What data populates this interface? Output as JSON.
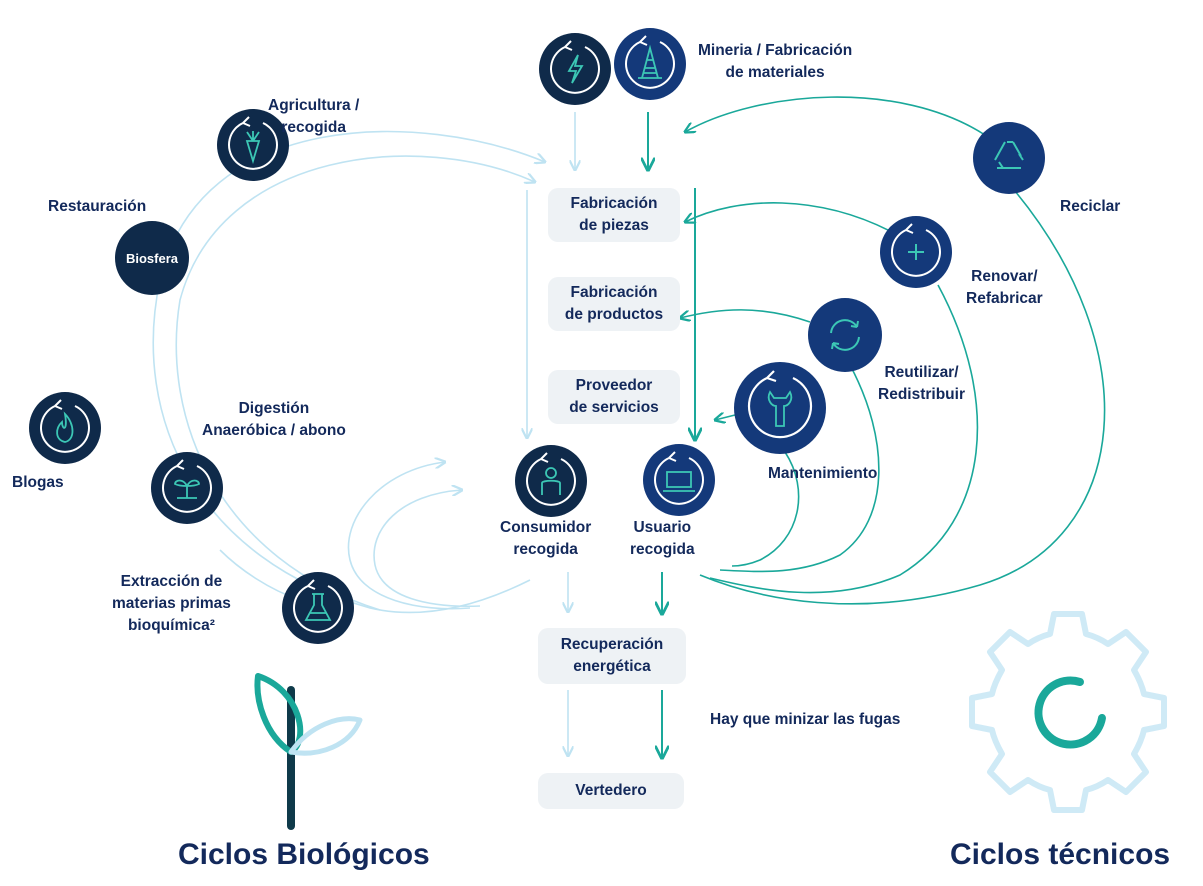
{
  "biological": {
    "title": "Ciclos Biológicos",
    "hub": "Biosfera",
    "labels": {
      "agricultura": "Agricultura /\nrecogida",
      "restauracion": "Restauración",
      "digestion": "Digestión\nAnaeróbica / abono",
      "biogas": "Blogas",
      "extraccion": "Extracción de\nmaterias primas\nbioquímica²"
    }
  },
  "technical": {
    "title": "Ciclos técnicos",
    "labels": {
      "mineria": "Mineria / Fabricación\nde materiales",
      "reciclar": "Reciclar",
      "renovar": "Renovar/\nRefabricar",
      "reutilizar": "Reutilizar/\nRedistribuir",
      "mantenimiento": "Mantenimiento"
    }
  },
  "center": {
    "boxes": {
      "piezas": "Fabricación\nde piezas",
      "productos": "Fabricación\nde productos",
      "servicios": "Proveedor\nde servicios",
      "recuperacion": "Recuperación\nenergética",
      "vertedero": "Vertedero"
    },
    "consumidor": "Consumidor\nrecogida",
    "usuario": "Usuario\nrecogida",
    "fugas": "Hay que minizar las fugas"
  },
  "icons": [
    "lightning-icon",
    "oil-rig-icon",
    "carrot-icon",
    "flame-icon",
    "sprout-icon",
    "flask-icon",
    "recycle-icon",
    "plus-icon",
    "refresh-icon",
    "wrench-icon",
    "person-icon",
    "laptop-icon",
    "leaf-plant-icon",
    "gear-icon"
  ],
  "colors": {
    "navy": "#0f2a4a",
    "royal": "#14397a",
    "teal": "#1aa89a",
    "light_blue": "#bfe3f2",
    "box_bg": "#eef2f5",
    "text": "#13295b"
  }
}
